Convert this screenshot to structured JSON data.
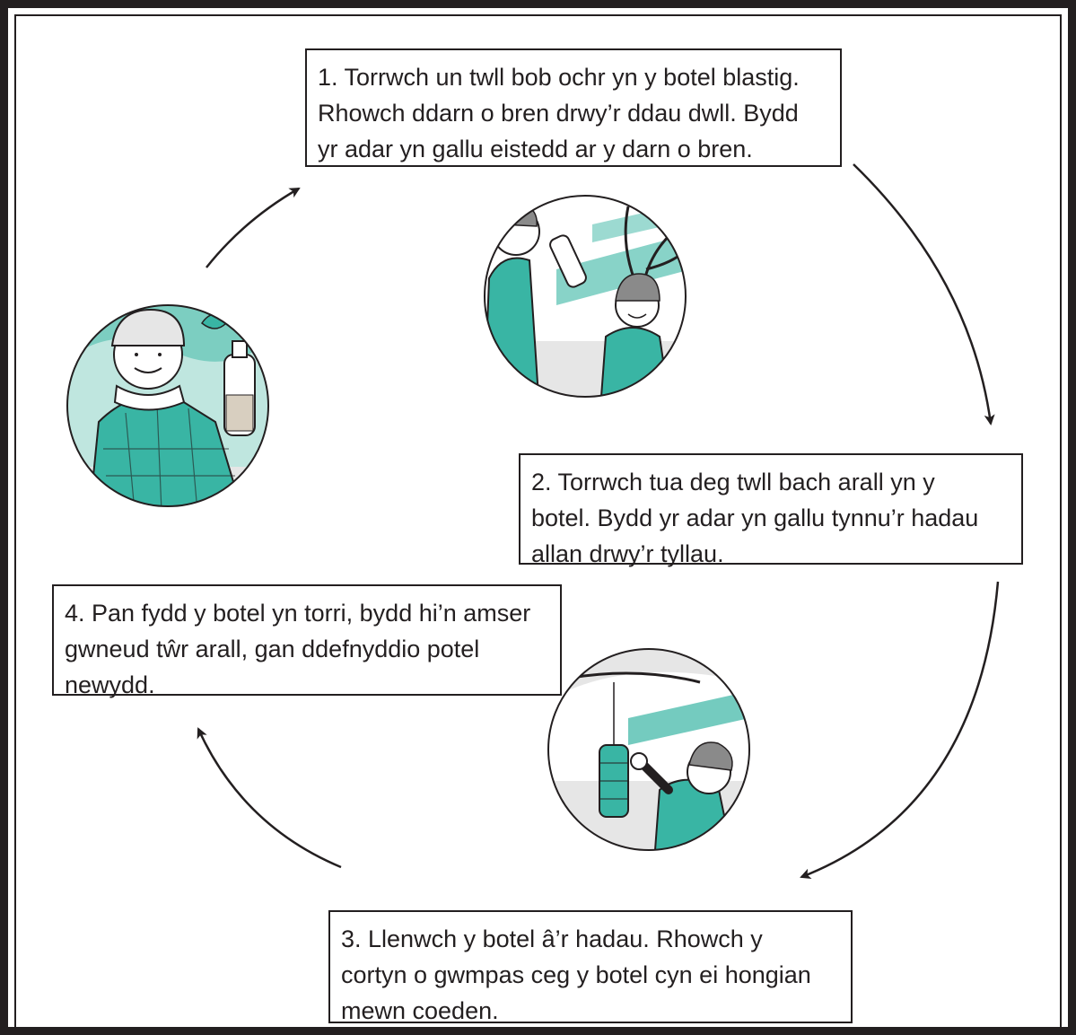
{
  "steps": [
    {
      "number": "1",
      "text": "1. Torrwch un twll bob ochr yn y botel blastig.\nRhowch ddarn o bren drwy’r ddau dwll. Bydd\nyr adar yn gallu eistedd ar y darn o bren."
    },
    {
      "number": "2",
      "text": "2. Torrwch tua deg twll bach arall yn y\nbotel. Bydd yr adar yn gallu tynnu’r hadau\nallan drwy’r tyllau."
    },
    {
      "number": "3",
      "text": "3. Llenwch y botel â’r hadau. Rhowch y\ncortyn o gwmpas ceg y botel cyn ei hongian\nmewn coeden."
    },
    {
      "number": "4",
      "text": "4. Pan fydd y botel yn torri, bydd hi’n amser\ngwneud tŵr arall, gan ddefnyddio potel\nnewydd."
    }
  ],
  "colors": {
    "ink": "#231f20",
    "teal": "#39b5a4",
    "tealLight": "#bfe6df",
    "snow": "#e6e6e6"
  },
  "icons": [
    "arrow-icon",
    "illustration-child-with-feeder",
    "illustration-cutting-bottle",
    "illustration-hanging-feeder"
  ]
}
